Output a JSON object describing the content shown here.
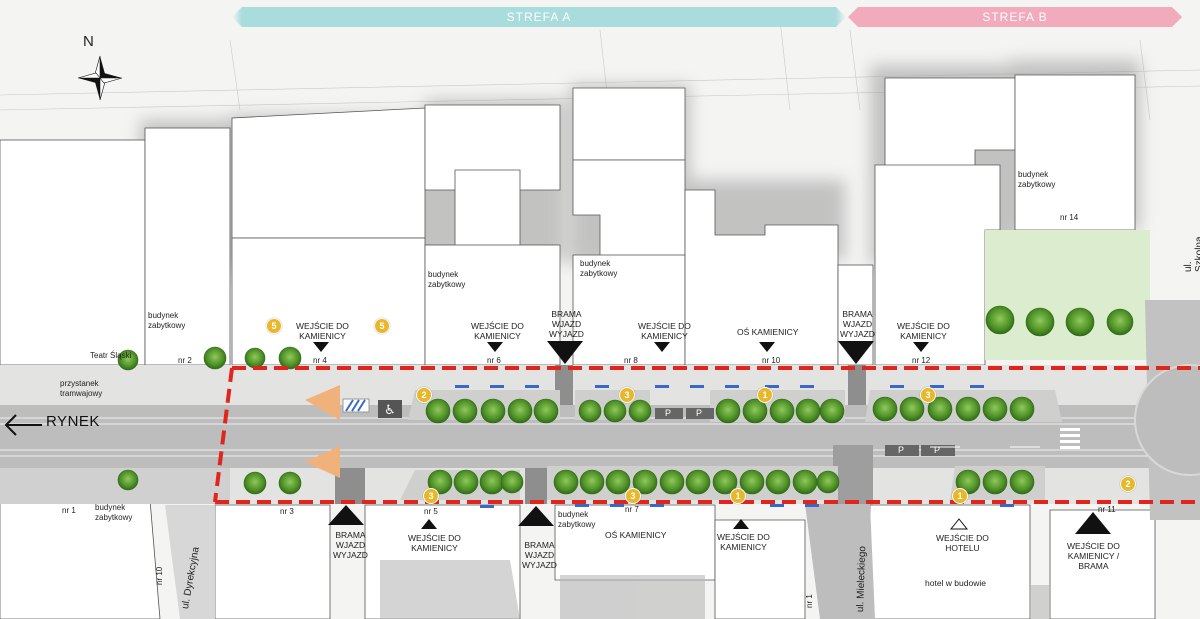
{
  "zones": {
    "a": "STREFA A",
    "b": "STREFA B"
  },
  "compass": {
    "north": "N"
  },
  "direction": {
    "rynek": "RYNEK"
  },
  "streets": {
    "dyrekcyjna": "ul. Dyrekcyjna",
    "mieleckiego": "ul. Mieleckiego",
    "szkolna": "ul. Szkolna"
  },
  "north_side": {
    "teatr": "Teatr Śląski",
    "nr2": "nr 2",
    "nr4": "nr 4",
    "nr6": "nr 6",
    "nr8": "nr 8",
    "nr10": "nr 10",
    "nr12": "nr 12",
    "nr14": "nr 14",
    "wejscie_line1": "WEJŚCIE DO",
    "wejscie_line2": "KAMIENICY",
    "brama_line1": "BRAMA",
    "brama_line2": "WJAZD",
    "brama_line3": "WYJAZD",
    "os_kamienicy": "OŚ KAMIENICY",
    "zabytkowy1": "budynek",
    "zabytkowy2": "zabytkowy"
  },
  "south_side": {
    "nr1": "nr 1",
    "nr3": "nr 3",
    "nr5": "nr 5",
    "nr7": "nr 7",
    "nr11": "nr 11",
    "nr10": "nr 10",
    "nr1b": "nr 1",
    "przystanek1": "przystanek",
    "przystanek2": "tramwajowy",
    "wejscie_hotel1": "WEJŚCIE DO",
    "wejscie_hotel2": "HOTELU",
    "hotel": "hotel w budowie",
    "brama11_1": "WEJŚCIE DO",
    "brama11_2": "KAMIENICY /",
    "brama11_3": "BRAMA"
  },
  "parking": {
    "p": "P"
  },
  "badges": [
    "5",
    "5",
    "2",
    "3",
    "1",
    "3",
    "3",
    "3",
    "1",
    "1",
    "2"
  ],
  "colors": {
    "zone_a": "#a9dcdc",
    "zone_b": "#f2aabd",
    "boundary": "#e0261c",
    "badge": "#e8b82a",
    "tree": "#5c9a2e"
  }
}
